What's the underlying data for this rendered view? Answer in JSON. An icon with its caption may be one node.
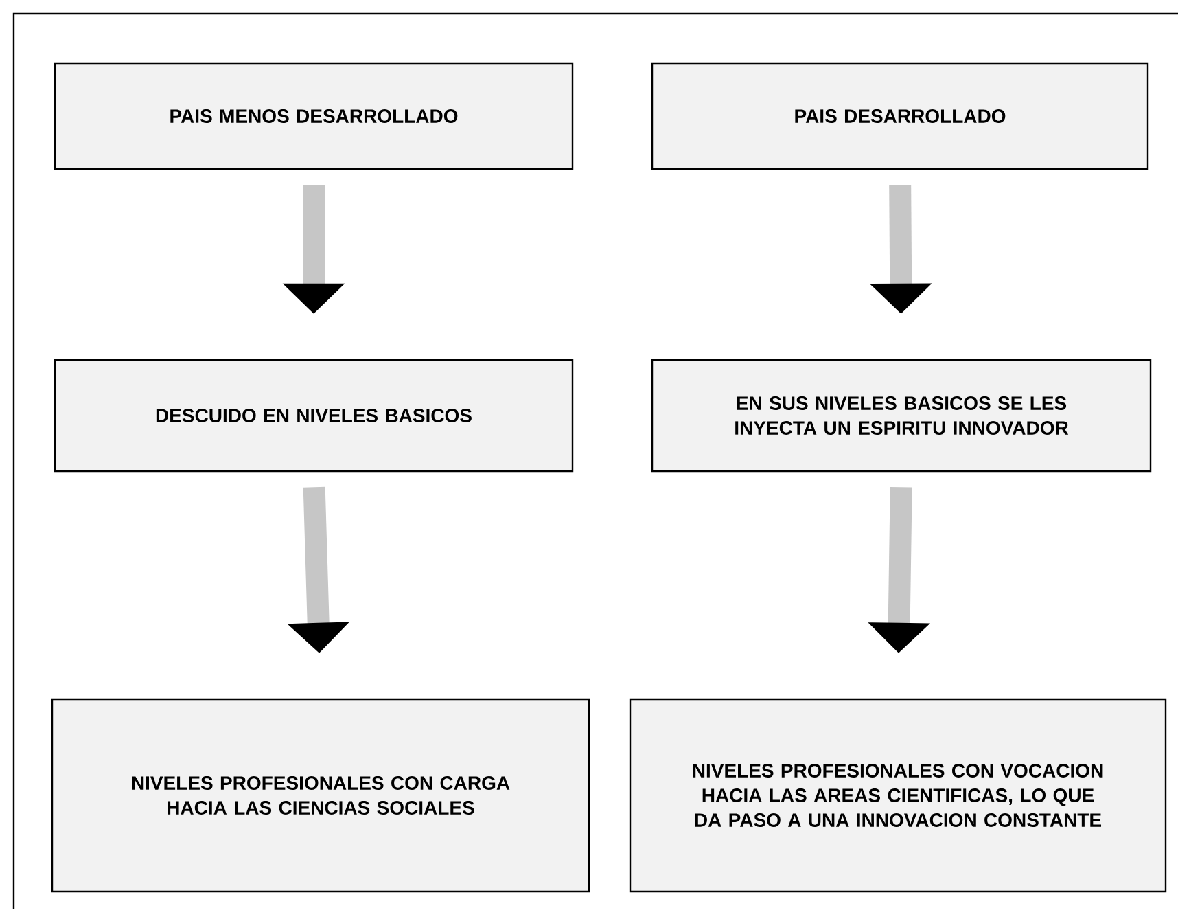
{
  "diagram": {
    "nodes": [
      {
        "text": [
          "PAIS MENOS DESARROLLADO"
        ]
      },
      {
        "text": [
          "PAIS DESARROLLADO"
        ]
      },
      {
        "text": [
          "DESCUIDO EN NIVELES BASICOS"
        ]
      },
      {
        "text": [
          "EN SUS NIVELES BASICOS SE LES INYECTA UN ESPIRITU INNOVADOR"
        ]
      },
      {
        "text": [
          "NIVELES PROFESIONALES CON CARGA HACIA LAS CIENCIAS SOCIALES"
        ]
      },
      {
        "text": [
          "NIVELES PROFESIONALES CON VOCACION HACIA LAS AREAS CIENTIFICAS, LO QUE DA PASO A UNA INNOVACION CONSTANTE"
        ]
      }
    ],
    "edges": [
      {
        "from": 0,
        "to": 2,
        "arrow": "to"
      },
      {
        "from": 1,
        "to": 3,
        "arrow": "to"
      },
      {
        "from": 2,
        "to": 4,
        "arrow": "to"
      },
      {
        "from": 3,
        "to": 5,
        "arrow": "to"
      }
    ]
  }
}
